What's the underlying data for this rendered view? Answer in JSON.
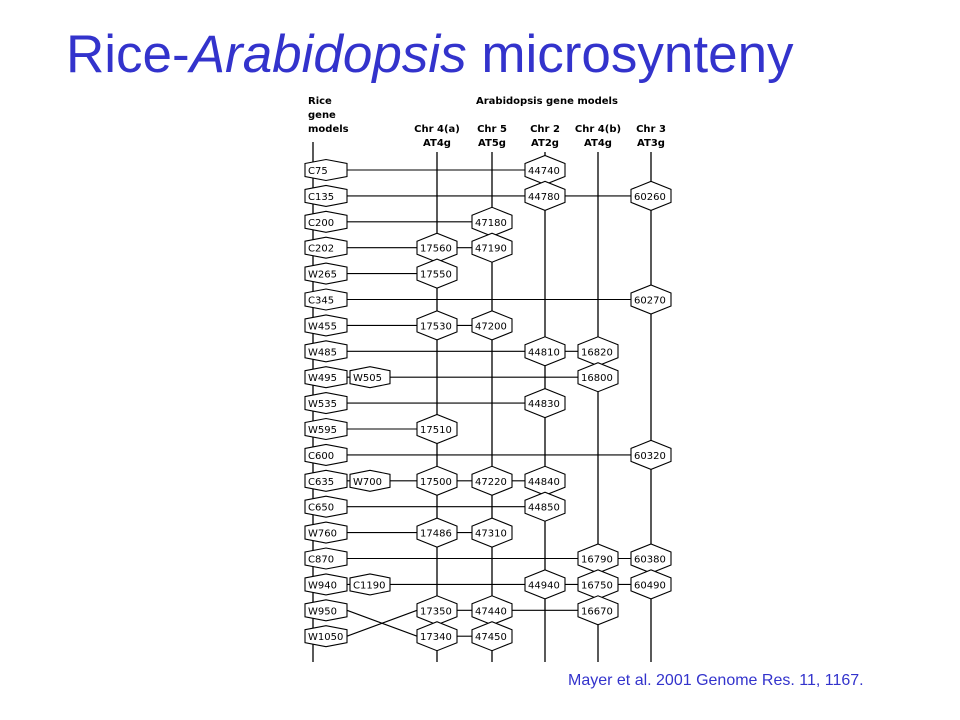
{
  "slide": {
    "title_part1": "Rice-",
    "title_italic": "Arabidopsis",
    "title_part2": " microsynteny",
    "citation": "Mayer et al. 2001 Genome Res. 11, 1167."
  },
  "diagram": {
    "rice_header": [
      "Rice",
      "gene",
      "models"
    ],
    "arabidopsis_header": "Arabidopsis gene models",
    "columns": [
      {
        "chr": "Chr 4(a)",
        "code": "AT4g"
      },
      {
        "chr": "Chr 5",
        "code": "AT5g"
      },
      {
        "chr": "Chr 2",
        "code": "AT2g"
      },
      {
        "chr": "Chr 4(b)",
        "code": "AT4g"
      },
      {
        "chr": "Chr 3",
        "code": "AT3g"
      }
    ],
    "rows": [
      {
        "rice": "C75",
        "extra": null,
        "genes": [
          null,
          null,
          "44740",
          null,
          null
        ]
      },
      {
        "rice": "C135",
        "extra": null,
        "genes": [
          null,
          null,
          "44780",
          null,
          "60260"
        ]
      },
      {
        "rice": "C200",
        "extra": null,
        "genes": [
          null,
          "47180",
          null,
          null,
          null
        ]
      },
      {
        "rice": "C202",
        "extra": null,
        "genes": [
          "17560",
          "47190",
          null,
          null,
          null
        ]
      },
      {
        "rice": "W265",
        "extra": null,
        "genes": [
          "17550",
          null,
          null,
          null,
          null
        ]
      },
      {
        "rice": "C345",
        "extra": null,
        "genes": [
          null,
          null,
          null,
          null,
          "60270"
        ]
      },
      {
        "rice": "W455",
        "extra": null,
        "genes": [
          "17530",
          "47200",
          null,
          null,
          null
        ]
      },
      {
        "rice": "W485",
        "extra": null,
        "genes": [
          null,
          null,
          "44810",
          "16820",
          null
        ]
      },
      {
        "rice": "W495",
        "extra": "W505",
        "genes": [
          null,
          null,
          null,
          "16800",
          null
        ]
      },
      {
        "rice": "W535",
        "extra": null,
        "genes": [
          null,
          null,
          "44830",
          null,
          null
        ]
      },
      {
        "rice": "W595",
        "extra": null,
        "genes": [
          "17510",
          null,
          null,
          null,
          null
        ]
      },
      {
        "rice": "C600",
        "extra": null,
        "genes": [
          null,
          null,
          null,
          null,
          "60320"
        ]
      },
      {
        "rice": "C635",
        "extra": "W700",
        "genes": [
          "17500",
          "47220",
          "44840",
          null,
          null
        ]
      },
      {
        "rice": "C650",
        "extra": null,
        "genes": [
          null,
          null,
          "44850",
          null,
          null
        ]
      },
      {
        "rice": "W760",
        "extra": null,
        "genes": [
          "17486",
          "47310",
          null,
          null,
          null
        ]
      },
      {
        "rice": "C870",
        "extra": null,
        "genes": [
          null,
          null,
          null,
          "16790",
          "60380"
        ]
      },
      {
        "rice": "W940",
        "extra": "C1190",
        "genes": [
          null,
          null,
          "44940",
          "16750",
          "60490"
        ]
      },
      {
        "rice": "W950",
        "extra": null,
        "genes": [
          "17350",
          "47440",
          null,
          "16670",
          null
        ]
      },
      {
        "rice": "W1050",
        "extra": null,
        "genes": [
          "17340",
          "47450",
          null,
          null,
          null
        ]
      }
    ],
    "crossed_links": [
      {
        "from_rice": "W950",
        "to_gene": "17340"
      },
      {
        "from_rice": "W1050",
        "to_gene": "17350"
      }
    ]
  }
}
